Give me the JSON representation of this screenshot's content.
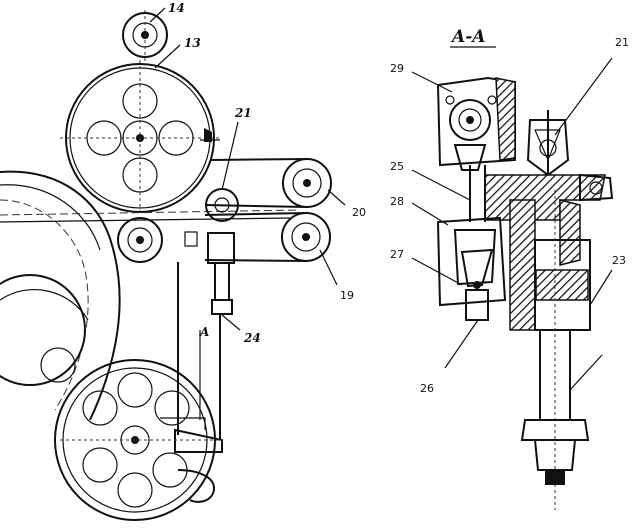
{
  "section_title": "A-A",
  "labels": {
    "l14": "14",
    "l13": "13",
    "l21a": "21",
    "l20": "20",
    "l19": "19",
    "l24": "24",
    "lA": "A",
    "l29": "29",
    "l21b": "21",
    "l25": "25",
    "l28": "28",
    "l27": "27",
    "l23": "23",
    "l26": "26"
  }
}
